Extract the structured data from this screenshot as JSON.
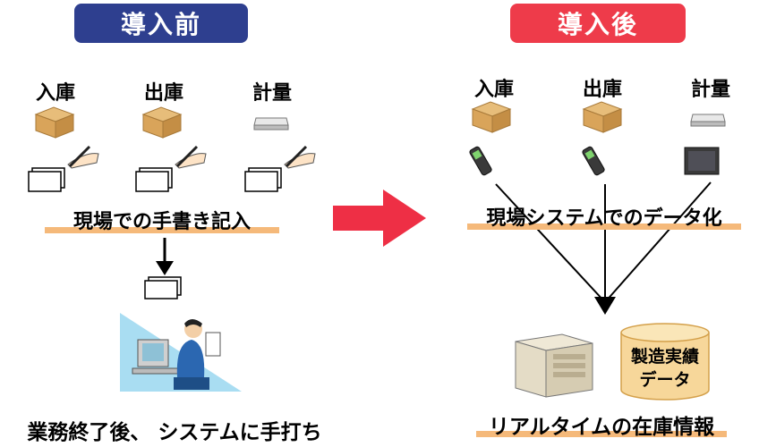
{
  "before": {
    "title": "導入前",
    "columns": [
      "入庫",
      "出庫",
      "計量"
    ],
    "caption_field": "現場での手書き記入",
    "caption_bottom": "業務終了後、 システムに手打ち"
  },
  "after": {
    "title": "導入後",
    "columns": [
      "入庫",
      "出庫",
      "計量"
    ],
    "caption_field": "現場システムでのデータ化",
    "database_label_1": "製造実績",
    "database_label_2": "データ",
    "caption_bottom": "リアルタイムの在庫情報"
  },
  "colors": {
    "before_pill": "#2e3f8f",
    "after_pill": "#ee3b4a",
    "arrow": "#ee2f45",
    "underline": "#f5b97a",
    "box": "#d9a45a",
    "database": "#f7d79a"
  }
}
